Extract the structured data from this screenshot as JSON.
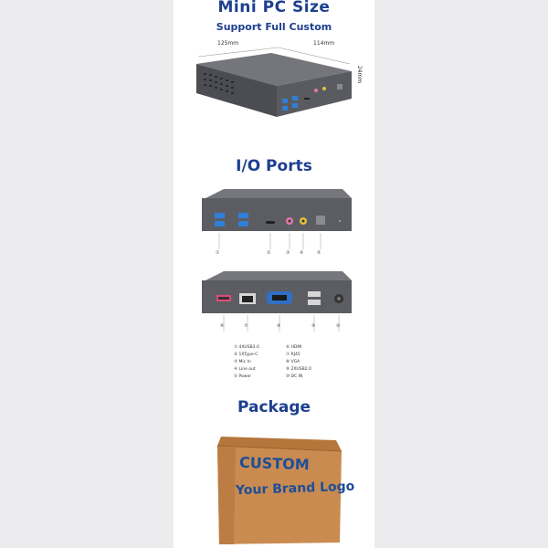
{
  "header": {
    "title": "Mini PC Size",
    "subtitle": "Support Full Custom"
  },
  "dimensions": {
    "length": "125mm",
    "width": "114mm",
    "height": "24mm"
  },
  "io": {
    "title": "I/O Ports",
    "front_markers": [
      "①",
      "②",
      "③",
      "④",
      "⑤"
    ],
    "back_markers": [
      "⑥",
      "⑦",
      "⑧",
      "⑨",
      "⑩"
    ],
    "legend_left": [
      {
        "num": "①",
        "label": "4XUSB3.0"
      },
      {
        "num": "②",
        "label": "1XType-C"
      },
      {
        "num": "③",
        "label": "Mic In"
      },
      {
        "num": "④",
        "label": "Line out"
      },
      {
        "num": "⑤",
        "label": "Power"
      }
    ],
    "legend_right": [
      {
        "num": "⑥",
        "label": "HDMI"
      },
      {
        "num": "⑦",
        "label": "RJ45"
      },
      {
        "num": "⑧",
        "label": "VGA"
      },
      {
        "num": "⑨",
        "label": "2XUSB2.0"
      },
      {
        "num": "⑩",
        "label": "DC IN"
      }
    ]
  },
  "package": {
    "title": "Package",
    "box_line1": "CUSTOM",
    "box_line2": "Your Brand Logo"
  },
  "colors": {
    "title_blue": "#1d3f8f",
    "usb_blue": "#2f7fd6",
    "chassis": "#5f6066",
    "cardboard": "#c98b4f"
  }
}
